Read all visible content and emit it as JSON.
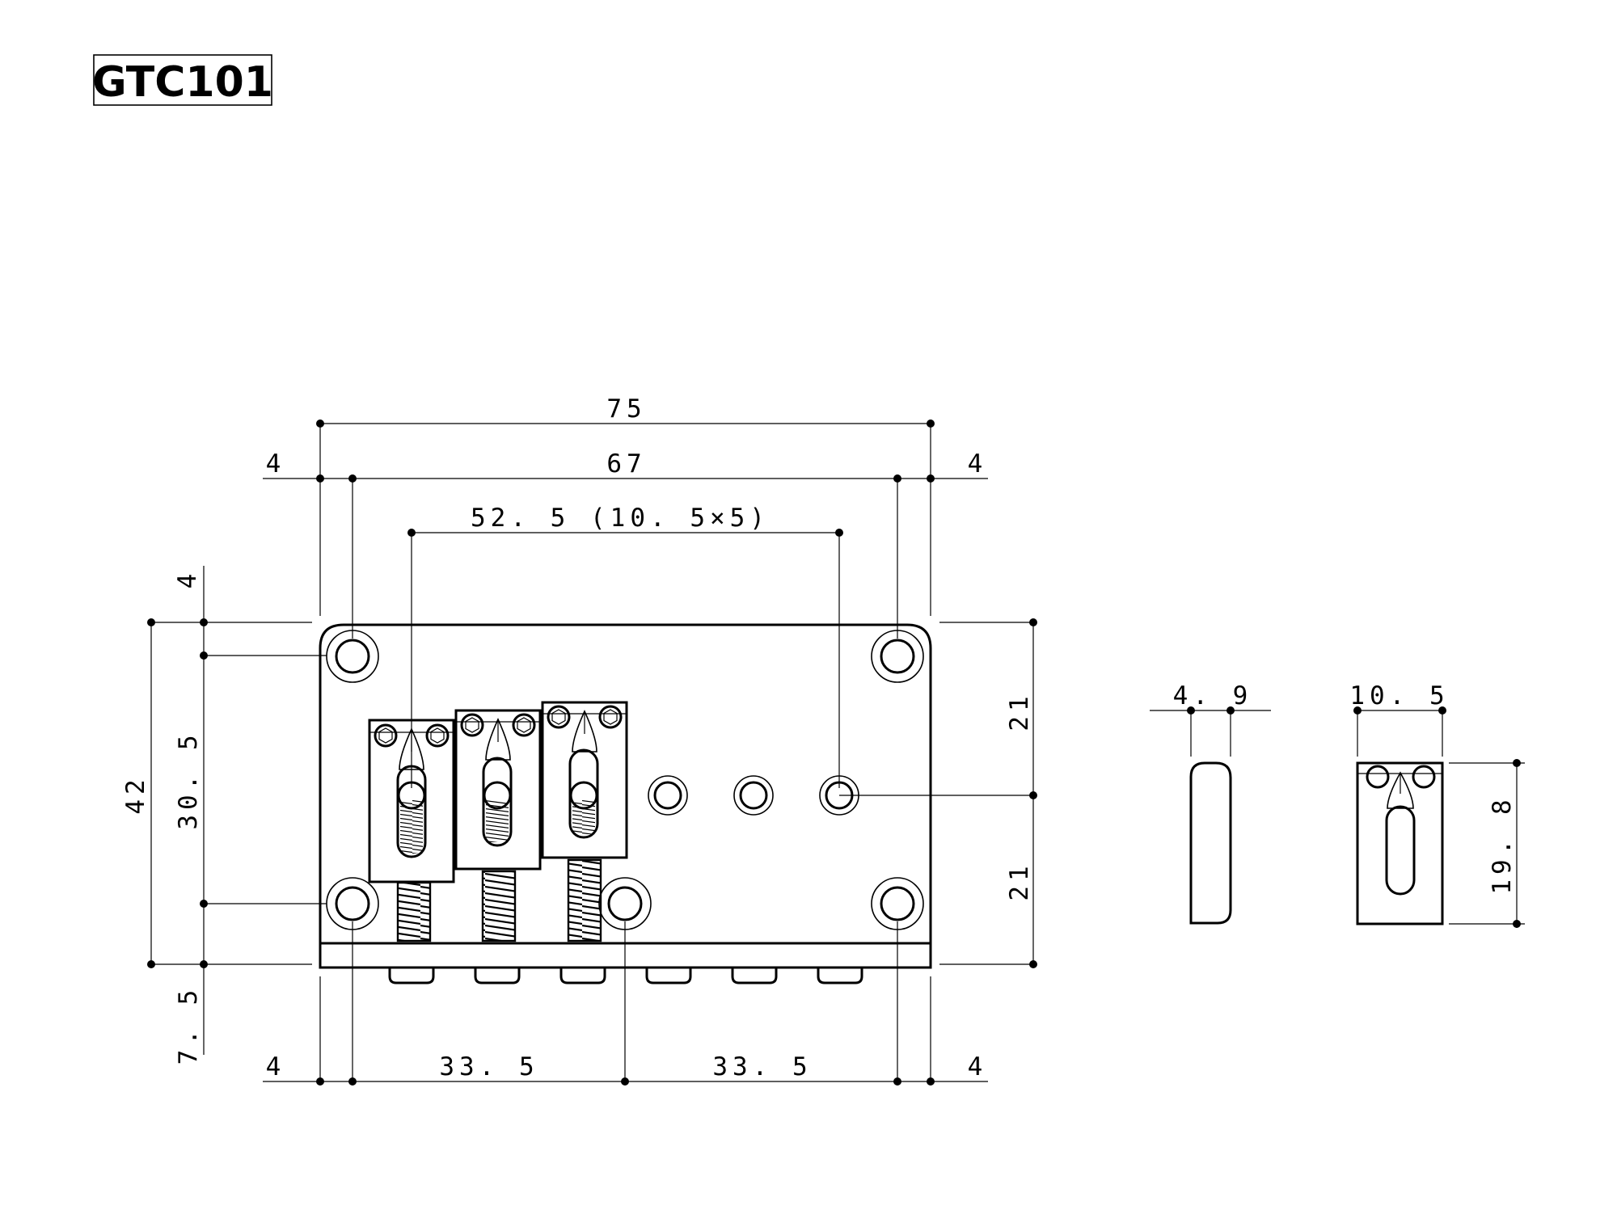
{
  "model": "GTC101",
  "dimensions": {
    "overall_width": "75",
    "hole_spacing": "67",
    "left_margin": "4",
    "right_margin": "4",
    "string_spacing": "52. 5 (10. 5×5)",
    "top_offset": "4",
    "height": "42",
    "mount_hole_vertical": "30. 5",
    "front_lip": "7. 5",
    "upper_half": "21",
    "lower_half": "21",
    "bottom_left_margin": "4",
    "bottom_left_span": "33. 5",
    "bottom_right_span": "33. 5",
    "bottom_right_margin": "4",
    "saddle_side_width": "4. 9",
    "saddle_top_width": "10. 5",
    "saddle_length": "19. 8"
  }
}
